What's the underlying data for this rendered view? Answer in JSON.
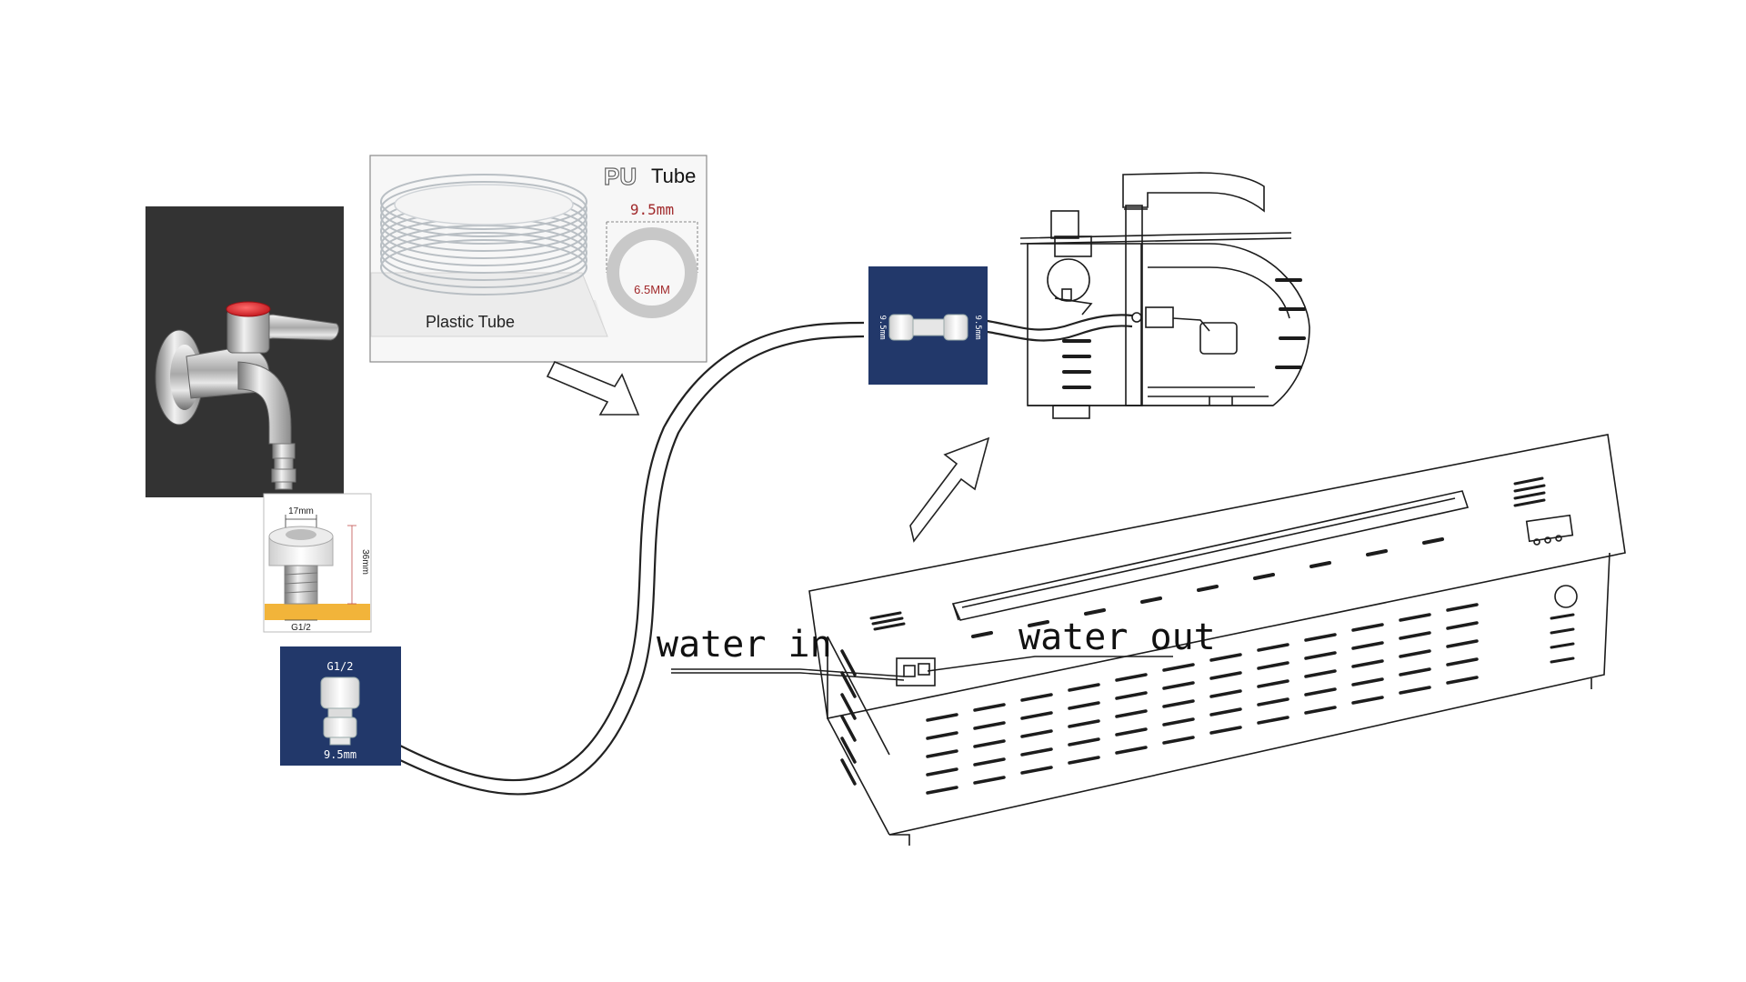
{
  "pu_tube_panel": {
    "brand_mark": "PU",
    "title": "Tube",
    "outer_diameter": "9.5mm",
    "inner_diameter": "6.5MM",
    "caption": "Plastic Tube"
  },
  "tap_adapter_panel": {
    "width_label": "17mm",
    "height_label": "36mm",
    "thread_label": "G1/2"
  },
  "tap_connector_panel": {
    "thread_label": "G1/2",
    "tube_label": "9.5mm"
  },
  "inline_connector_panel": {
    "left_label": "9.5mm",
    "right_label": "9.5mm"
  },
  "labels": {
    "water_in": "water in",
    "water_out": "water out"
  },
  "colors": {
    "connector_panel_bg": "#22386a",
    "tap_panel_bg": "#333333",
    "dimension_red": "#a0282a",
    "tap_handle_red": "#e0242c",
    "adapter_base_yellow": "#f2b43a",
    "line_drawing": "#1c1c1c"
  }
}
